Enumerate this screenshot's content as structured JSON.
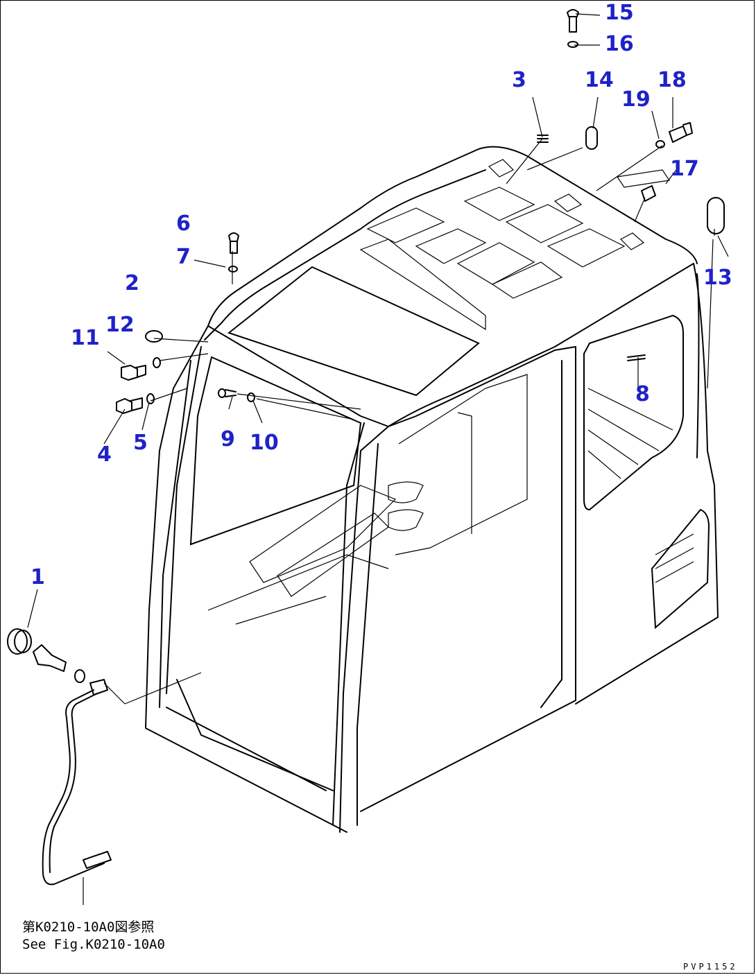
{
  "callouts": {
    "c1": "1",
    "c2": "2",
    "c3": "3",
    "c4": "4",
    "c5": "5",
    "c6": "6",
    "c7": "7",
    "c8": "8",
    "c9": "9",
    "c10": "10",
    "c11": "11",
    "c12": "12",
    "c13": "13",
    "c14": "14",
    "c15": "15",
    "c16": "16",
    "c17": "17",
    "c18": "18",
    "c19": "19"
  },
  "reference": {
    "line1": "第K0210-10A0図参照",
    "line2": "See Fig.K0210-10A0"
  },
  "drawing_code": "PVP1152",
  "colors": {
    "callout": "#1f22c8",
    "line": "#000000"
  }
}
